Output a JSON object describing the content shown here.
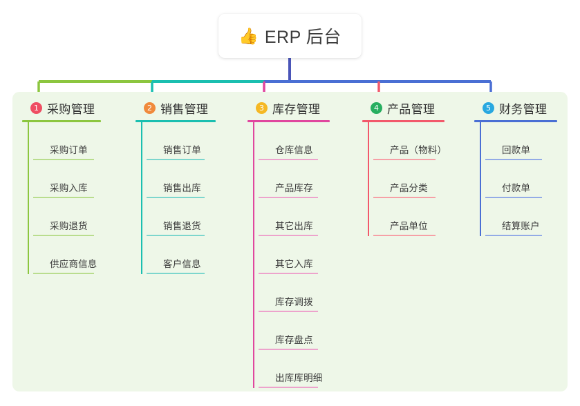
{
  "root": {
    "icon": "thumbs-up-icon",
    "emoji": "👍",
    "title": "ERP 后台",
    "stem_color": "#4a55b8"
  },
  "panel": {
    "background": "#eef7e8"
  },
  "branches": [
    {
      "index": "1",
      "title": "采购管理",
      "badge_color": "#ef4e63",
      "line_color": "#8cc63f",
      "rule_color": "#8cc63f",
      "leaf_rule_color": "#b9dd8e",
      "items": [
        "采购订单",
        "采购入库",
        "采购退货",
        "供应商信息"
      ]
    },
    {
      "index": "2",
      "title": "销售管理",
      "badge_color": "#f08a3c",
      "line_color": "#1bbfb0",
      "rule_color": "#1bbfb0",
      "leaf_rule_color": "#7dd6cd",
      "items": [
        "销售订单",
        "销售出库",
        "销售退货",
        "客户信息"
      ]
    },
    {
      "index": "3",
      "title": "库存管理",
      "badge_color": "#f5b824",
      "line_color": "#e0479e",
      "rule_color": "#e0479e",
      "leaf_rule_color": "#eda3cc",
      "items": [
        "仓库信息",
        "产品库存",
        "其它出库",
        "其它入库",
        "库存调拨",
        "库存盘点",
        "出库库明细"
      ]
    },
    {
      "index": "4",
      "title": "产品管理",
      "badge_color": "#27ae60",
      "line_color": "#f2596b",
      "rule_color": "#f2596b",
      "leaf_rule_color": "#f6a0a6",
      "items": [
        "产品（物料）",
        "产品分类",
        "产品单位"
      ]
    },
    {
      "index": "5",
      "title": "财务管理",
      "badge_color": "#29a8e0",
      "line_color": "#4a6fd4",
      "rule_color": "#4a6fd4",
      "leaf_rule_color": "#93abe6",
      "items": [
        "回款单",
        "付款单",
        "结算账户"
      ]
    }
  ]
}
